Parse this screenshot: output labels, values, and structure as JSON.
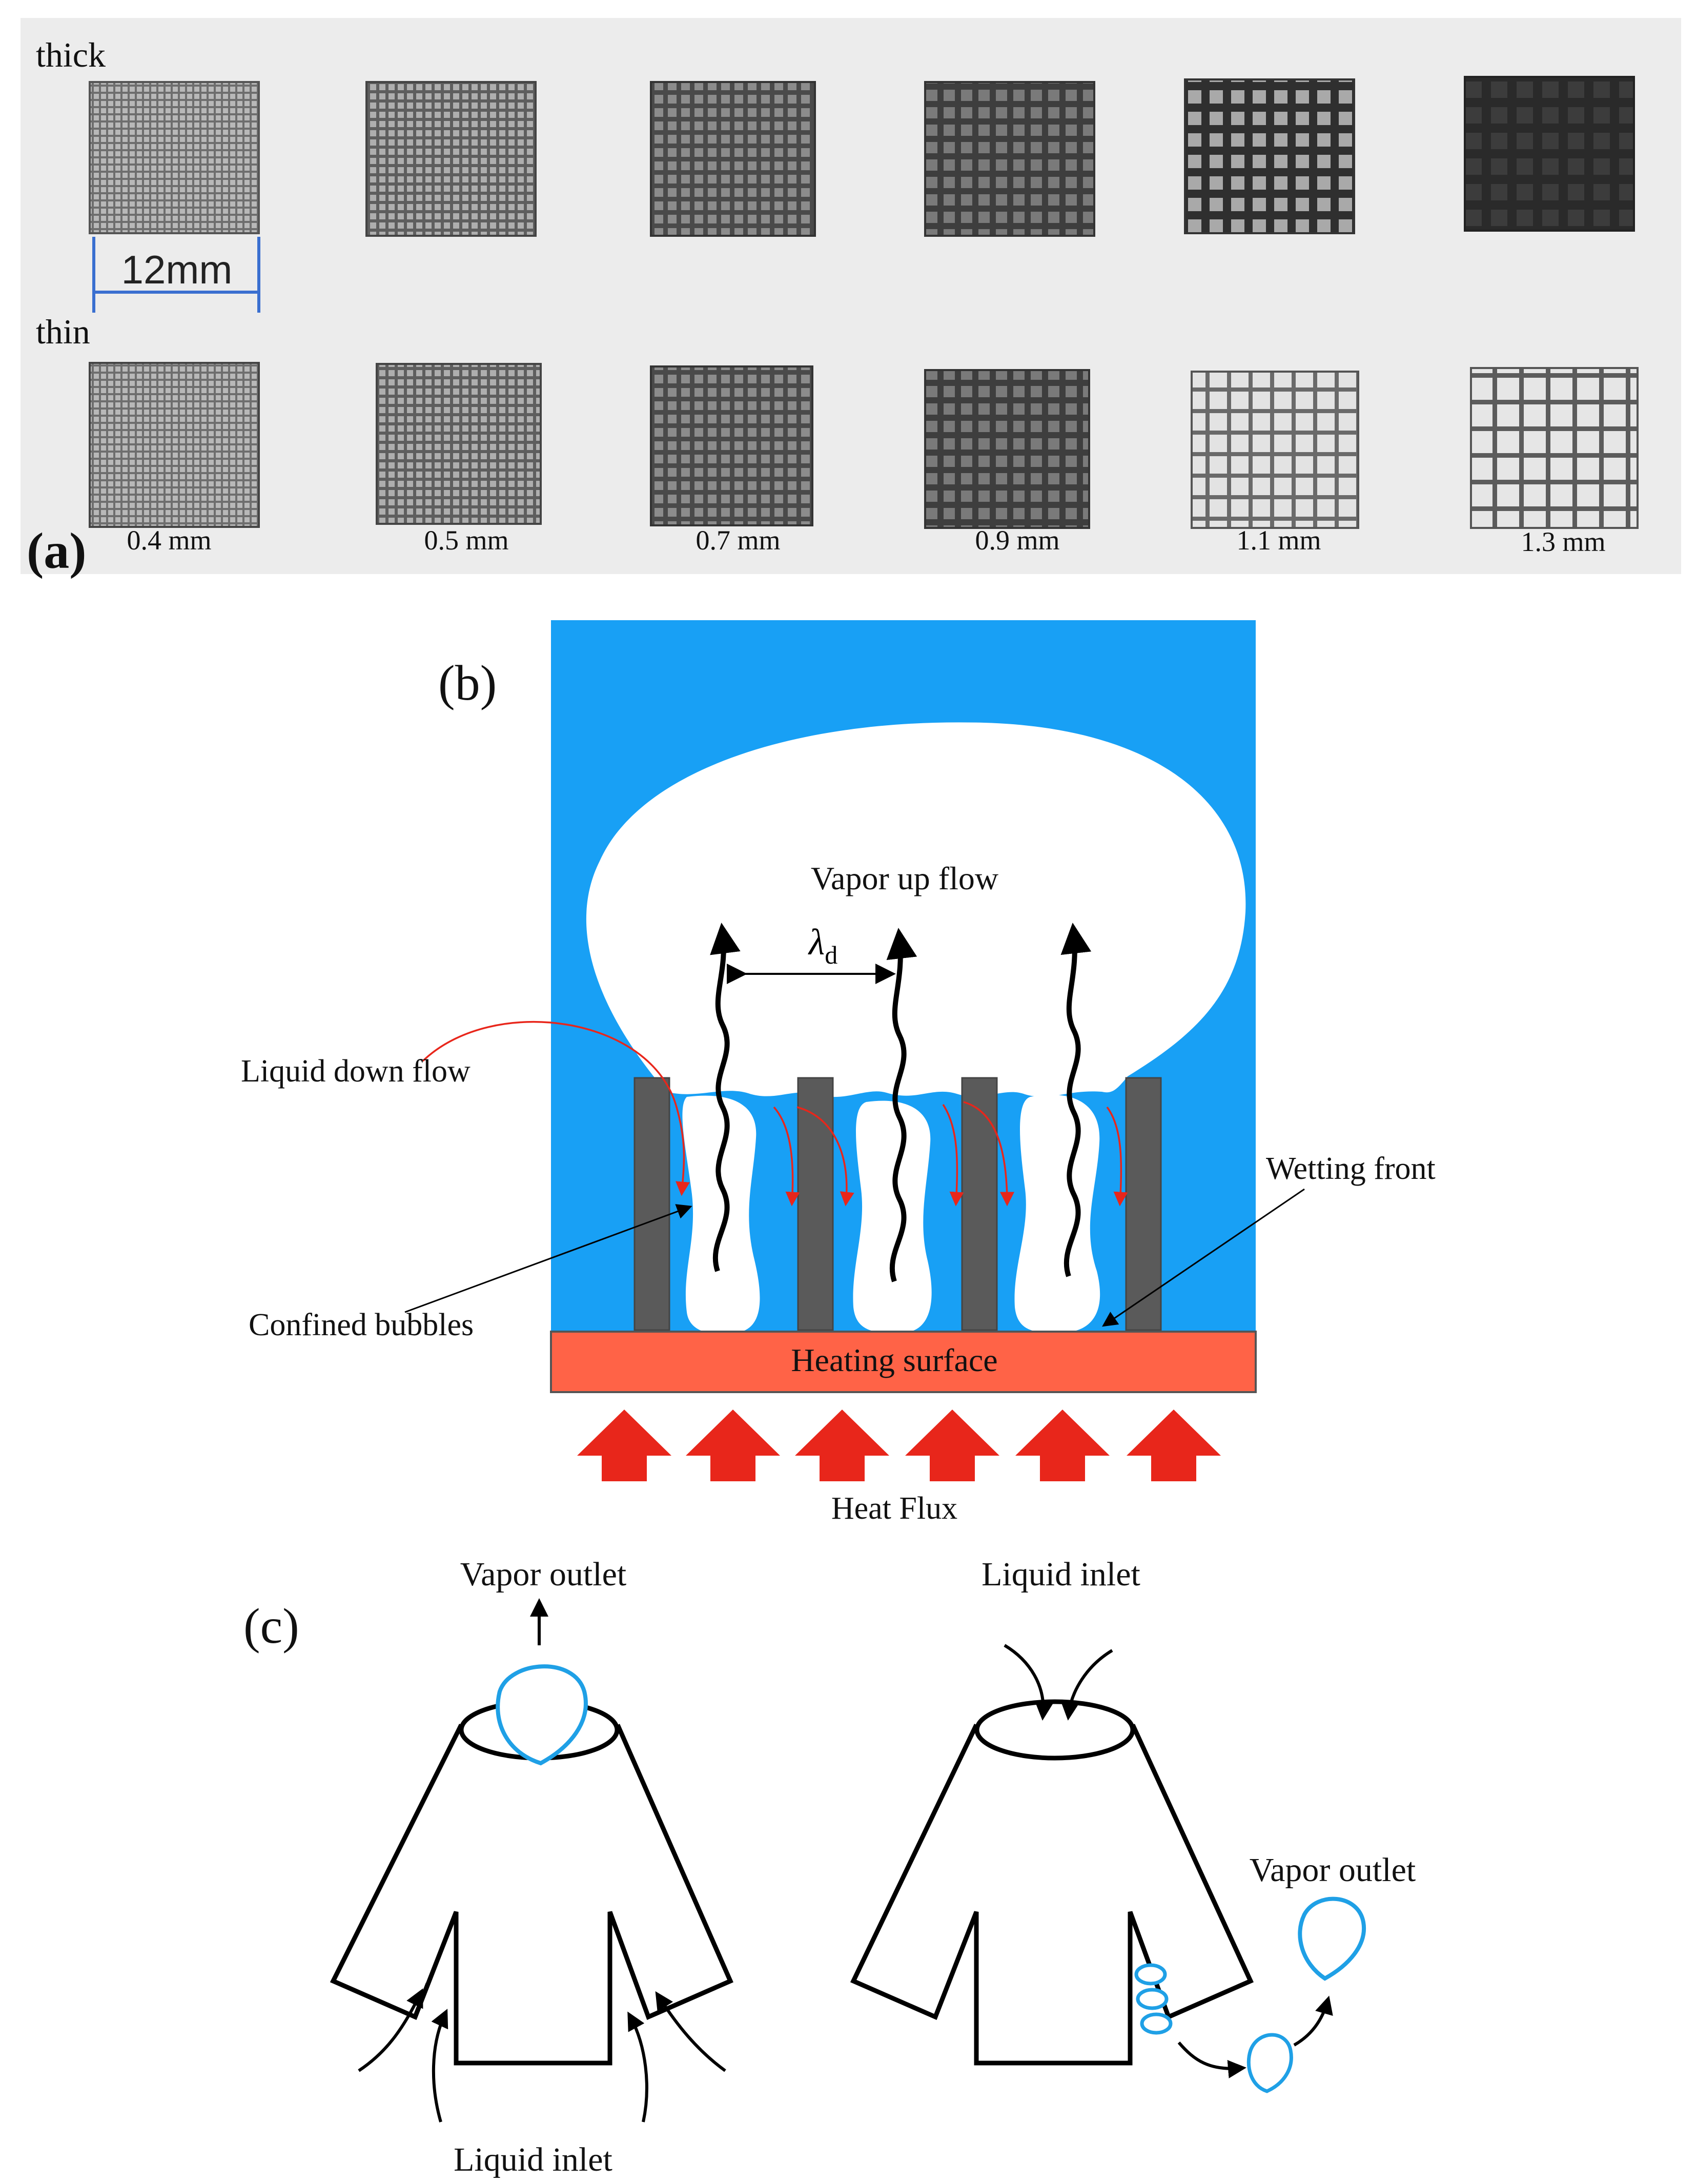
{
  "panel_a": {
    "label": "(a)",
    "row_labels": {
      "top": "thick",
      "bottom": "thin"
    },
    "scale_bar_label": "12mm",
    "sizes": [
      "0.4 mm",
      "0.5 mm",
      "0.7 mm",
      "0.9 mm",
      "1.1 mm",
      "1.3 mm"
    ]
  },
  "panel_b": {
    "label": "(b)",
    "vapor_up_flow": "Vapor up flow",
    "lambda_symbol": "λ",
    "lambda_subscript": "d",
    "liquid_down_flow": "Liquid down flow",
    "wetting_front": "Wetting front",
    "confined_bubbles": "Confined bubbles",
    "heating_surface": "Heating surface",
    "heat_flux": "Heat Flux"
  },
  "panel_c": {
    "label": "(c)",
    "left": {
      "top_label": "Vapor outlet",
      "bottom_label": "Liquid inlet"
    },
    "right": {
      "top_label": "Liquid inlet",
      "side_label": "Vapor outlet"
    }
  },
  "colors": {
    "liquid": "#18a0f5",
    "heater": "#ff6347",
    "pillar": "#5a5a5a",
    "arrow_heat": "#e8261b",
    "arrow_down": "#e8261b",
    "bubble_outline": "#1fa0e6",
    "scale_bar": "#3a6fd0"
  }
}
